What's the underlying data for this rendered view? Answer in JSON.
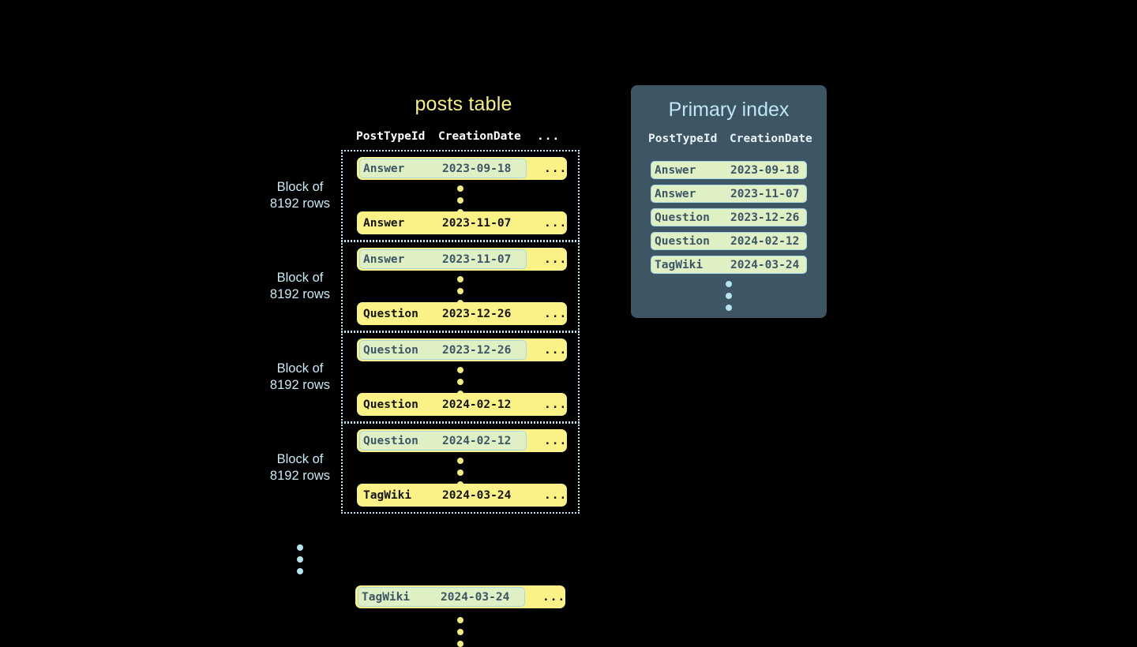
{
  "posts_table": {
    "title": "posts table",
    "columns": [
      "PostTypeId",
      "CreationDate",
      "..."
    ],
    "row_ellipsis": "...",
    "blocks": [
      {
        "label_line1": "Block of",
        "label_line2": "8192 rows",
        "first_row": {
          "post_type_id": "Answer",
          "creation_date": "2023-09-18",
          "highlighted": true
        },
        "last_row": {
          "post_type_id": "Answer",
          "creation_date": "2023-11-07",
          "highlighted": false
        }
      },
      {
        "label_line1": "Block of",
        "label_line2": "8192 rows",
        "first_row": {
          "post_type_id": "Answer",
          "creation_date": "2023-11-07",
          "highlighted": true
        },
        "last_row": {
          "post_type_id": "Question",
          "creation_date": "2023-12-26",
          "highlighted": false
        }
      },
      {
        "label_line1": "Block of",
        "label_line2": "8192 rows",
        "first_row": {
          "post_type_id": "Question",
          "creation_date": "2023-12-26",
          "highlighted": true
        },
        "last_row": {
          "post_type_id": "Question",
          "creation_date": "2024-02-12",
          "highlighted": false
        }
      },
      {
        "label_line1": "Block of",
        "label_line2": "8192 rows",
        "first_row": {
          "post_type_id": "Question",
          "creation_date": "2024-02-12",
          "highlighted": true
        },
        "last_row": {
          "post_type_id": "TagWiki",
          "creation_date": "2024-03-24",
          "highlighted": false
        }
      }
    ],
    "tail_row": {
      "post_type_id": "TagWiki",
      "creation_date": "2024-03-24",
      "highlighted": true
    }
  },
  "primary_index": {
    "title": "Primary index",
    "columns": [
      "PostTypeId",
      "CreationDate"
    ],
    "rows": [
      {
        "post_type_id": "Answer",
        "creation_date": "2023-09-18"
      },
      {
        "post_type_id": "Answer",
        "creation_date": "2023-11-07"
      },
      {
        "post_type_id": "Question",
        "creation_date": "2023-12-26"
      },
      {
        "post_type_id": "Question",
        "creation_date": "2024-02-12"
      },
      {
        "post_type_id": "TagWiki",
        "creation_date": "2024-03-24"
      }
    ]
  },
  "colors": {
    "background": "#000000",
    "row_yellow": "#faf287",
    "highlight_green": "#dff0c5",
    "highlight_border": "#a9d7e6",
    "dotted_border": "#bfe4f2",
    "panel_slate": "#3e5663",
    "title_yellow": "#f7f07a",
    "title_blue": "#bfe6f5",
    "label_blue": "#c7eaf5",
    "dot_yellow": "#f3ec7e",
    "dot_blue": "#b6e3f2"
  }
}
